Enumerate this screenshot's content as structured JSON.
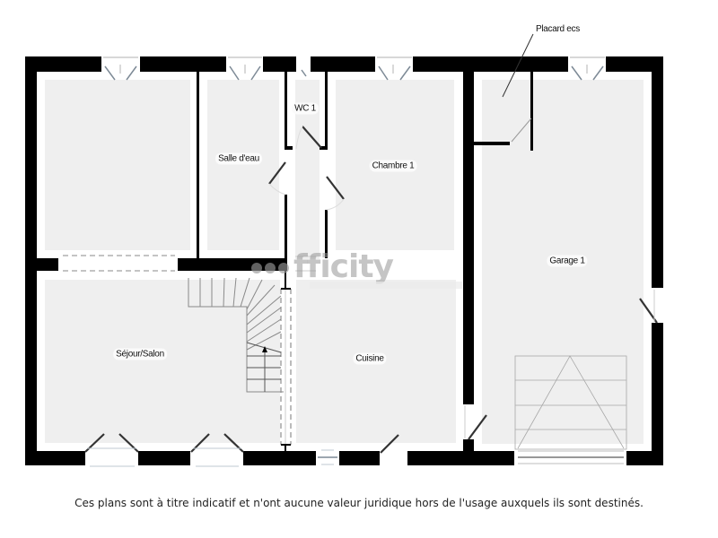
{
  "plan": {
    "rooms": [
      {
        "id": "bedroom-left",
        "label": ""
      },
      {
        "id": "salle-deau",
        "label": "Salle d'eau"
      },
      {
        "id": "wc",
        "label": "WC 1"
      },
      {
        "id": "chambre",
        "label": "Chambre 1"
      },
      {
        "id": "garage",
        "label": "Garage 1"
      },
      {
        "id": "sejour",
        "label": "Séjour/Salon"
      },
      {
        "id": "cuisine",
        "label": "Cuisine"
      }
    ],
    "callouts": [
      {
        "id": "placard",
        "label": "Placard ecs"
      }
    ],
    "watermark": "fficity",
    "colors": {
      "wall": "#000000",
      "floor": "#efefef",
      "background": "#ffffff",
      "fixture_line": "#9a9a9a",
      "door_leaf": "#333333"
    }
  },
  "footer": {
    "disclaimer": "Ces plans sont à titre indicatif et n'ont aucune valeur juridique hors de l'usage auxquels ils sont destinés."
  }
}
